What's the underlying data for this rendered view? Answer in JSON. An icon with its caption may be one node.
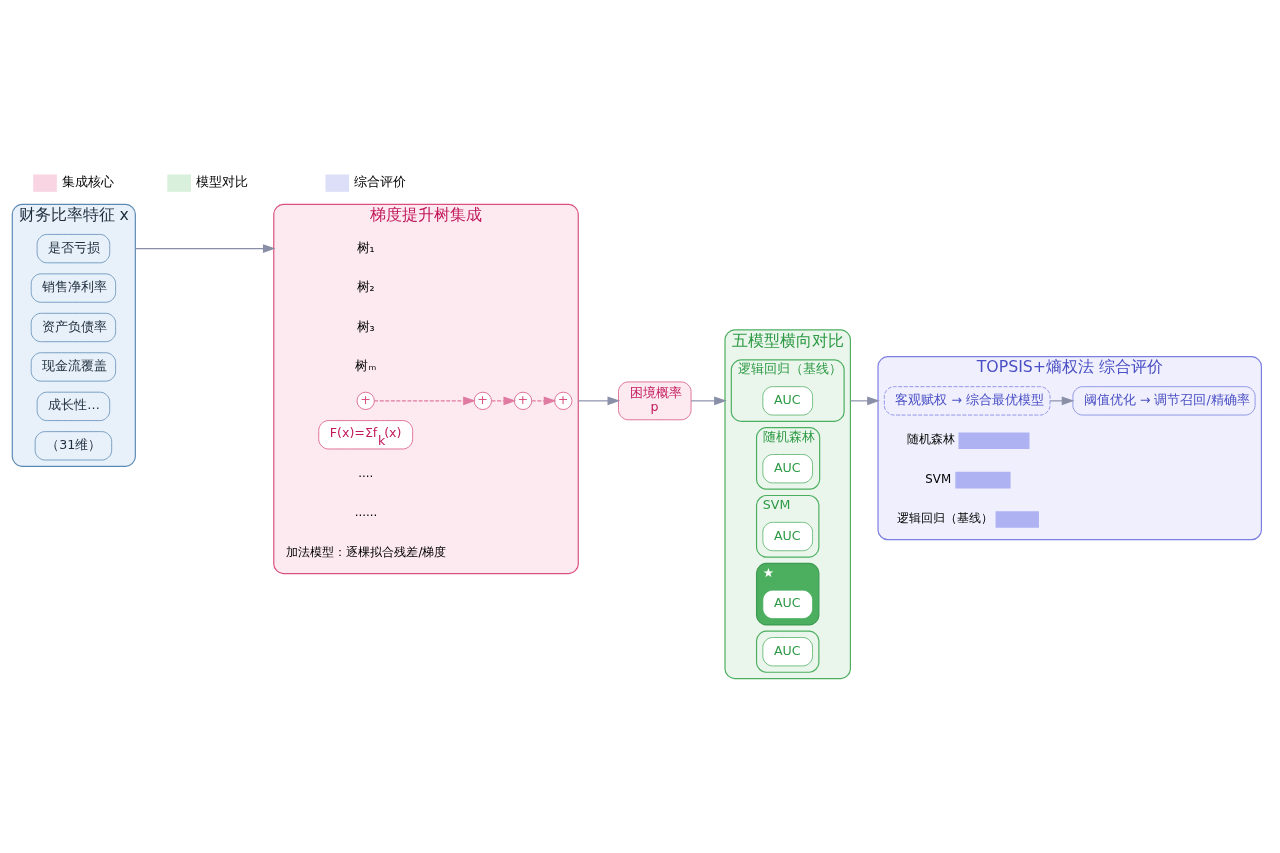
{
  "diagram": {
    "nodes": [
      {
        "text": [
          "财务比率特征 x"
        ]
      },
      {
        "text": [
          "是否亏损"
        ],
        "in": 0
      },
      {
        "text": [
          "销售净利率"
        ],
        "in": 0
      },
      {
        "text": [
          "资产负债率"
        ],
        "in": 0
      },
      {
        "text": [
          "现金流覆盖"
        ],
        "in": 0
      },
      {
        "text": [
          "成长性…"
        ],
        "in": 0
      },
      {
        "text": [
          "（31维）"
        ],
        "in": 0
      },
      {
        "text": [
          "梯度提升树集成"
        ]
      },
      {
        "text": [
          "树₁"
        ],
        "in": 7
      },
      {
        "text": [
          "树₂"
        ],
        "in": 7
      },
      {
        "text": [
          "树₃"
        ],
        "in": 7
      },
      {
        "text": [
          "树ₘ"
        ],
        "in": 7
      },
      {
        "text": [
          "+"
        ],
        "in": 7
      },
      {
        "text": [
          "+"
        ],
        "in": 7
      },
      {
        "text": [
          "+"
        ],
        "in": 7
      },
      {
        "text": [
          "+"
        ],
        "in": 7
      },
      {
        "text": [
          "F(x)=Σf$_{k}$(x)"
        ],
        "in": 7
      },
      {
        "text": [
          "困境概率",
          "p"
        ]
      },
      {
        "text": [
          "五模型横向对比"
        ]
      },
      {
        "text": [
          "逻辑回归（基线）"
        ],
        "in": 18
      },
      {
        "text": [
          "AUC"
        ],
        "in": 19
      },
      {
        "text": [
          "随机森林"
        ],
        "in": 18
      },
      {
        "text": [
          "AUC"
        ],
        "in": 21
      },
      {
        "text": [
          "SVM"
        ],
        "in": 18
      },
      {
        "text": [
          "AUC"
        ],
        "in": 23
      },
      {
        "text": [
          "★"
        ],
        "in": 18
      },
      {
        "text": [
          "AUC"
        ],
        "in": 25
      },
      {
        "text": [],
        "shape": "box",
        "in": 18
      },
      {
        "text": [
          "AUC"
        ],
        "in": 27
      },
      {
        "text": [
          "TOPSIS+熵权法 综合评价"
        ]
      },
      {
        "text": [
          "客观赋权 → 综合最优模型"
        ],
        "in": 29
      },
      {
        "text": [
          "阈值优化 → 调节召回/精确率"
        ],
        "in": 29
      }
    ],
    "edges": [
      {
        "from": 0,
        "to": 7,
        "arrow": "to"
      },
      {
        "from": 12,
        "to": 13,
        "arrow": "to",
        "style": "dashed",
        "color": "#e07aa0"
      },
      {
        "from": 13,
        "to": 14,
        "arrow": "to",
        "style": "dashed",
        "color": "#e07aa0"
      },
      {
        "from": 14,
        "to": 15,
        "arrow": "to",
        "style": "dashed",
        "color": "#e07aa0"
      },
      {
        "from": 7,
        "to": 17,
        "arrow": "to"
      },
      {
        "from": 17,
        "to": 18,
        "arrow": "to"
      },
      {
        "from": 18,
        "to": 29,
        "arrow": "to"
      },
      {
        "from": 30,
        "to": 31,
        "arrow": "to"
      }
    ],
    "labels": [
      "....",
      "......",
      "加法模型：逐棵拟合残差/梯度",
      "随机森林",
      "SVM",
      "逻辑回归（基线）"
    ],
    "legend": [
      {
        "text": "集成核心",
        "color": "#f9d5e3"
      },
      {
        "text": "模型对比",
        "color": "#d9f0dc"
      },
      {
        "text": "综合评价",
        "color": "#dcdff7"
      }
    ]
  }
}
